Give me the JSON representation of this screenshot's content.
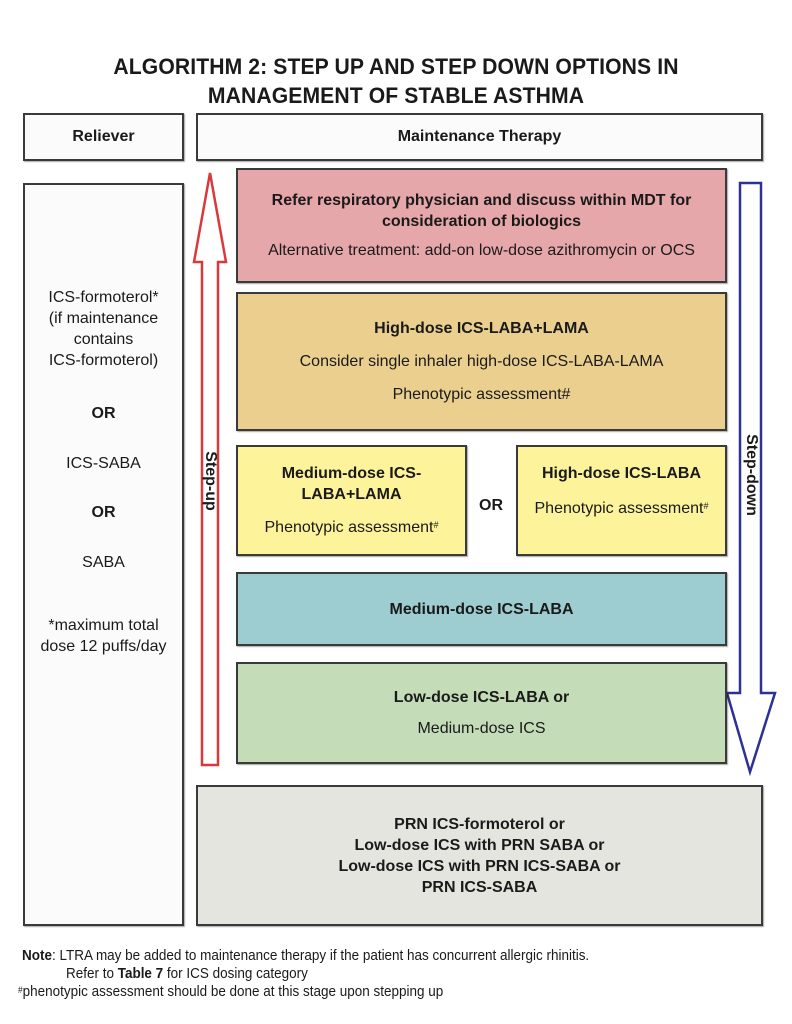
{
  "title": {
    "line1": "ALGORITHM 2: STEP UP AND STEP DOWN OPTIONS IN",
    "line2": "MANAGEMENT OF STABLE ASTHMA"
  },
  "headers": {
    "reliever": "Reliever",
    "maintenance": "Maintenance Therapy"
  },
  "reliever": {
    "lines": [
      "ICS-formoterol*",
      "(if maintenance",
      "contains",
      "ICS-formoterol)"
    ],
    "or1": "OR",
    "option2": "ICS-SABA",
    "or2": "OR",
    "option3": "SABA",
    "footnote": [
      "*maximum total",
      "dose 12 puffs/day"
    ]
  },
  "arrows": {
    "step_up": "Step-up",
    "step_down": "Step-down",
    "step_up_color": "#d9393b",
    "step_down_color": "#2e3192"
  },
  "steps": {
    "biologics": {
      "bold": [
        "Refer respiratory physician and discuss within MDT for",
        "consideration of biologics"
      ],
      "normal": "Alternative treatment: add-on low-dose azithromycin or OCS",
      "color": "#e6a7ab"
    },
    "high_triple": {
      "bold": "High-dose ICS-LABA+LAMA",
      "normal1": "Consider single inhaler high-dose ICS-LABA-LAMA",
      "normal2": "Phenotypic assessment#",
      "color": "#ebcf8e"
    },
    "medium_triple": {
      "bold": [
        "Medium-dose ICS-",
        "LABA+LAMA"
      ],
      "normal": "Phenotypic assessment",
      "sup": "#",
      "color": "#fdf39b"
    },
    "or_between": "OR",
    "high_dual": {
      "bold": "High-dose ICS-LABA",
      "normal": "Phenotypic assessment",
      "sup": "#",
      "color": "#fdf39b"
    },
    "medium_dual": {
      "bold": "Medium-dose ICS-LABA",
      "color": "#9ecdd1"
    },
    "low_dual": {
      "bold": "Low-dose ICS-LABA or",
      "normal": "Medium-dose ICS",
      "color": "#c4ddb8"
    },
    "prn": {
      "bold": [
        "PRN ICS-formoterol or",
        "Low-dose ICS with PRN SABA or",
        "Low-dose ICS with PRN ICS-SABA or",
        "PRN ICS-SABA"
      ],
      "color": "#e5e5e0"
    }
  },
  "notes": {
    "note_label": "Note",
    "note_text": ": LTRA may be added to maintenance therapy if the patient has concurrent allergic rhinitis.",
    "refer_prefix": "Refer to ",
    "refer_bold": "Table 7",
    "refer_suffix": " for ICS dosing category",
    "hash_sup": "#",
    "hash_text": "phenotypic assessment should be done at this stage upon stepping up"
  }
}
